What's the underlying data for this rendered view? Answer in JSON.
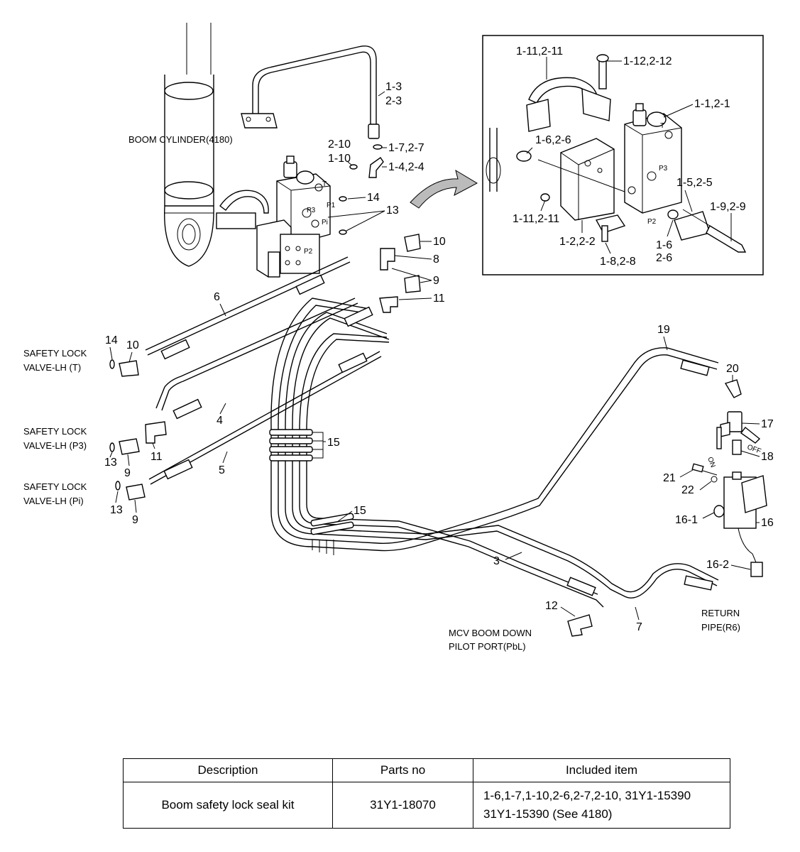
{
  "labels": {
    "boom_cylinder": "BOOM CYLINDER(4180)",
    "safety_lock_valve_t_line1": "SAFETY LOCK",
    "safety_lock_valve_t_line2": "VALVE-LH (T)",
    "safety_lock_valve_p3_line1": "SAFETY LOCK",
    "safety_lock_valve_p3_line2": "VALVE-LH (P3)",
    "safety_lock_valve_pi_line1": "SAFETY LOCK",
    "safety_lock_valve_pi_line2": "VALVE-LH (Pi)",
    "mcv_boom_down_line1": "MCV BOOM DOWN",
    "mcv_boom_down_line2": "PILOT PORT(PbL)",
    "return_pipe_line1": "RETURN",
    "return_pipe_line2": "PIPE(R6)",
    "port_t": "T",
    "port_p1": "P1",
    "port_p3": "P3",
    "port_pi": "Pi",
    "port_p2": "P2",
    "inset_port_t": "T",
    "inset_port_p3": "P3",
    "inset_port_p2": "P2",
    "switch_off": "OFF",
    "switch_on": "ON"
  },
  "callouts": {
    "c1_3": "1-3",
    "c2_3": "2-3",
    "c2_10": "2-10",
    "c1_10": "1-10",
    "c1_7_2_7": "1-7,2-7",
    "c1_4_2_4": "1-4,2-4",
    "c14_top": "14",
    "c13_top": "13",
    "c10_right": "10",
    "c8": "8",
    "c9_right": "9",
    "c11_right": "11",
    "c6": "6",
    "c14_left": "14",
    "c10_left": "10",
    "c4": "4",
    "c13_mid": "13",
    "c9_mid": "9",
    "c11_mid": "11",
    "c5": "5",
    "c13_low": "13",
    "c9_low": "9",
    "c15_upper": "15",
    "c15_lower": "15",
    "c3": "3",
    "c12": "12",
    "c7": "7",
    "c19": "19",
    "c20": "20",
    "c17": "17",
    "c18": "18",
    "c21": "21",
    "c22": "22",
    "c16_1": "16-1",
    "c16": "16",
    "c16_2": "16-2"
  },
  "inset_callouts": {
    "i1_11_2_11_top": "1-11,2-11",
    "i1_12_2_12": "1-12,2-12",
    "i1_1_2_1": "1-1,2-1",
    "i1_6_2_6_top": "1-6,2-6",
    "i1_5_2_5": "1-5,2-5",
    "i1_9_2_9": "1-9,2-9",
    "i1_11_2_11_low": "1-11,2-11",
    "i1_2_2_2": "1-2,2-2",
    "i1_6_low_a": "1-6",
    "i1_6_low_b": "2-6",
    "i1_8_2_8": "1-8,2-8"
  },
  "table": {
    "headers": [
      "Description",
      "Parts no",
      "Included item"
    ],
    "rows": [
      {
        "description": "Boom safety lock seal kit",
        "parts_no": "31Y1-18070",
        "included_item_line1": "1-6,1-7,1-10,2-6,2-7,2-10, 31Y1-15390",
        "included_item_line2": "31Y1-15390 (See 4180)"
      }
    ]
  }
}
